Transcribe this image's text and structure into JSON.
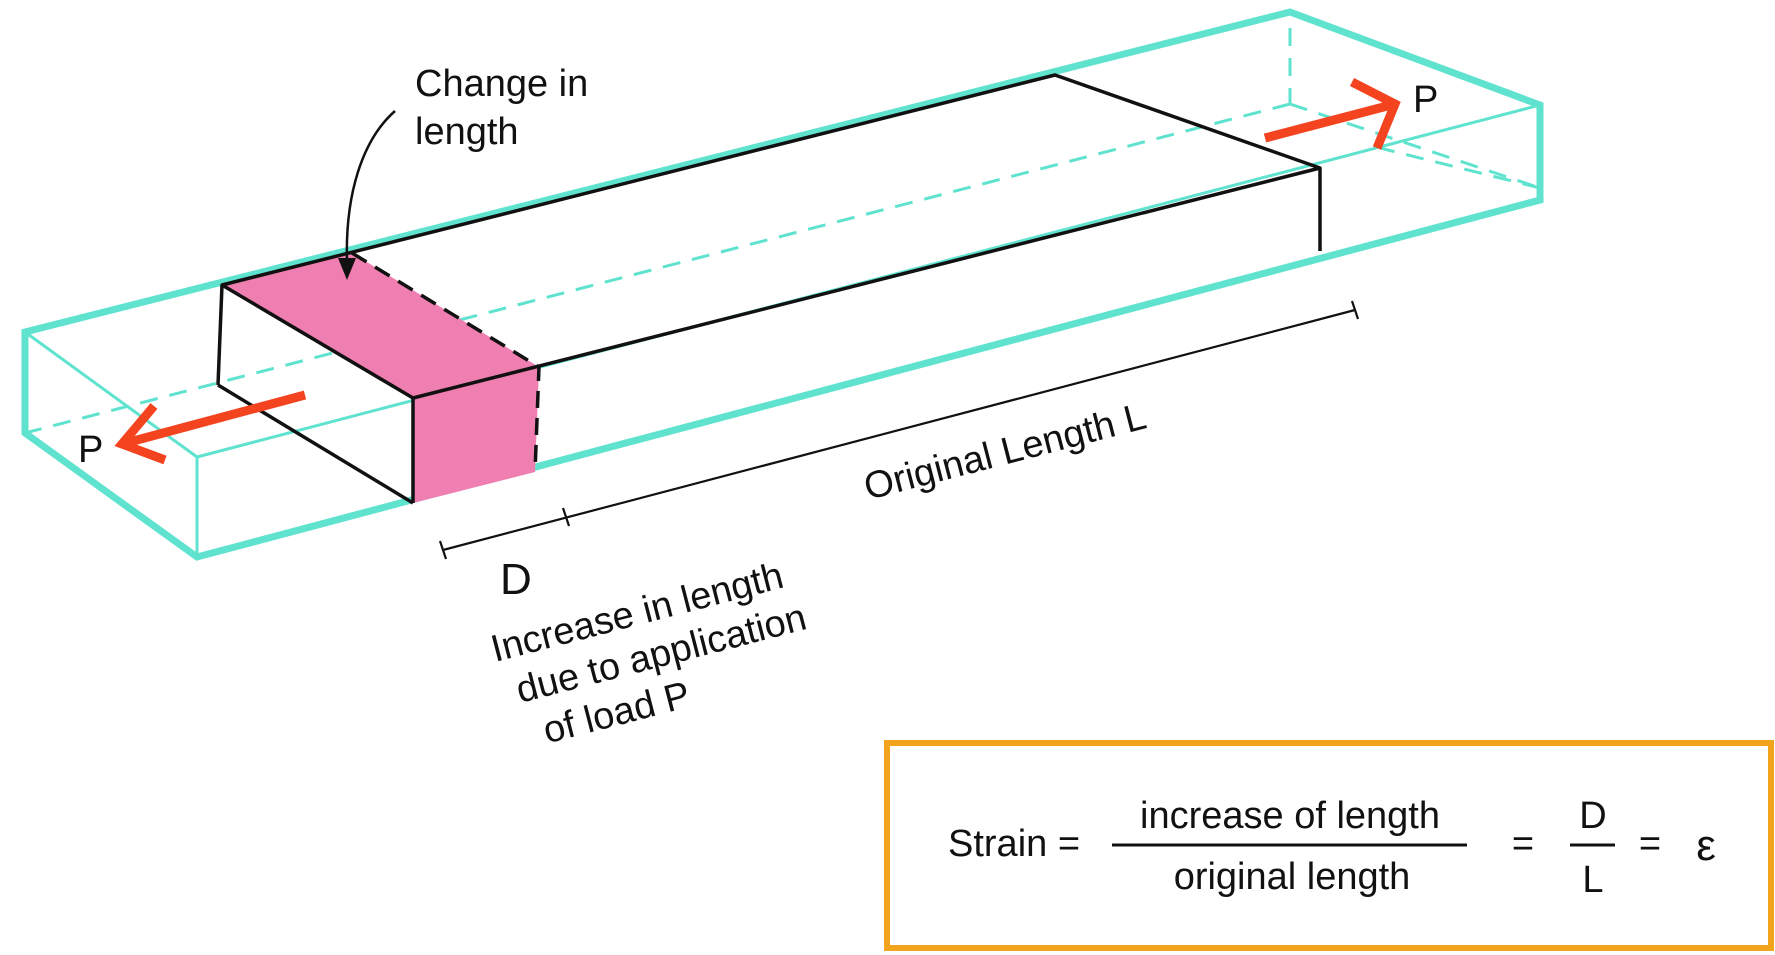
{
  "labels": {
    "change_in_length": [
      "Change in",
      "length"
    ],
    "load_left": "P",
    "load_right": "P",
    "original_length": "Original Length L",
    "delta_symbol": "D",
    "increase_caption": [
      "Increase in length",
      "due to application",
      "of load P"
    ]
  },
  "formula": {
    "strain_label": "Strain =",
    "numerator": "increase of length",
    "denominator": "original length",
    "equals_1": "=",
    "ratio_numerator": "D",
    "ratio_denominator": "L",
    "equals_2": "=",
    "symbol": "ε"
  },
  "colors": {
    "outer_box": "#5fe3cf",
    "elongation_fill": "#ef7eb1",
    "load_arrow": "#f4431f",
    "formula_border": "#f2a51c",
    "ink": "#111111"
  }
}
